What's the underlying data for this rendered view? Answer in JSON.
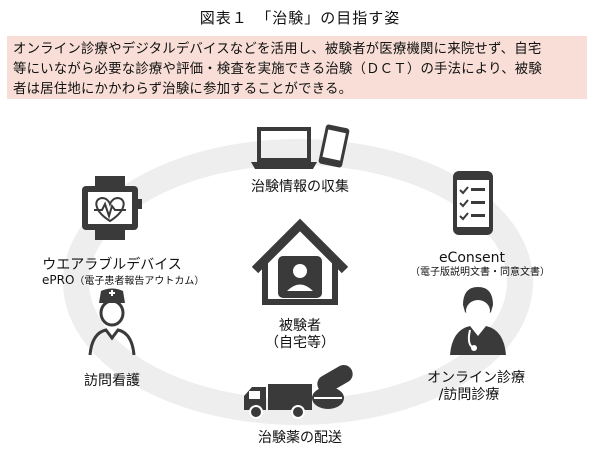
{
  "title": "図表１　「治験」の目指す姿",
  "intro_lines": [
    "オンライン診療やデジタルデバイスなどを活用し、被験者が医療機関に来院せず、自宅",
    "等にいながら必要な診療や評価・検査を実施できる治験（ＤＣＴ）の手法により、被験",
    "者は居住地にかかわらず治験に参加することができる。"
  ],
  "center": {
    "icon": "house-person-icon",
    "label_line1": "被験者",
    "label_line2": "（自宅等）"
  },
  "nodes": {
    "info": {
      "icon": "laptop-tablet-icon",
      "label": "治験情報の収集"
    },
    "consent": {
      "icon": "smartphone-checklist-icon",
      "label": "eConsent",
      "sublabel": "（電子版説明文書・同意文書）"
    },
    "online": {
      "icon": "doctor-icon",
      "label_line1": "オンライン診療",
      "label_line2": "/訪問診療"
    },
    "delivery": {
      "icon": "truck-pills-icon",
      "label": "治験薬の配送"
    },
    "nursing": {
      "icon": "nurse-icon",
      "label": "訪問看護"
    },
    "wearable": {
      "icon": "smartwatch-heart-icon",
      "label": "ウエアラブルデバイス",
      "label2": "ePRO",
      "sublabel": "（電子患者報告アウトカム）"
    }
  },
  "colors": {
    "ring": "#eeeeee",
    "intro_bg": "#f8ded7",
    "icon": "#3a3a3a"
  }
}
